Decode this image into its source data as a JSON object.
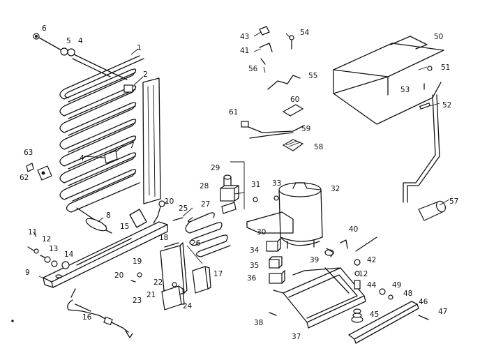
{
  "diagram": {
    "callouts": [
      {
        "id": "c1",
        "text": "1"
      },
      {
        "id": "c2",
        "text": "2"
      },
      {
        "id": "c4a",
        "text": "4"
      },
      {
        "id": "c4b",
        "text": "4"
      },
      {
        "id": "c5",
        "text": "5"
      },
      {
        "id": "c6",
        "text": "6"
      },
      {
        "id": "c7",
        "text": "7"
      },
      {
        "id": "c8",
        "text": "8"
      },
      {
        "id": "c9",
        "text": "9"
      },
      {
        "id": "c10",
        "text": "10"
      },
      {
        "id": "c11",
        "text": "11"
      },
      {
        "id": "c12a",
        "text": "12"
      },
      {
        "id": "c12b",
        "text": "12"
      },
      {
        "id": "c13",
        "text": "13"
      },
      {
        "id": "c14",
        "text": "14"
      },
      {
        "id": "c15",
        "text": "15"
      },
      {
        "id": "c16",
        "text": "16"
      },
      {
        "id": "c17",
        "text": "17"
      },
      {
        "id": "c18",
        "text": "18"
      },
      {
        "id": "c19",
        "text": "19"
      },
      {
        "id": "c20",
        "text": "20"
      },
      {
        "id": "c21",
        "text": "21"
      },
      {
        "id": "c22",
        "text": "22"
      },
      {
        "id": "c23",
        "text": "23"
      },
      {
        "id": "c24",
        "text": "24"
      },
      {
        "id": "c25",
        "text": "25"
      },
      {
        "id": "c26",
        "text": "26"
      },
      {
        "id": "c27",
        "text": "27"
      },
      {
        "id": "c28",
        "text": "28"
      },
      {
        "id": "c29",
        "text": "29"
      },
      {
        "id": "c30",
        "text": "30"
      },
      {
        "id": "c31",
        "text": "31"
      },
      {
        "id": "c32",
        "text": "32"
      },
      {
        "id": "c33",
        "text": "33"
      },
      {
        "id": "c34",
        "text": "34"
      },
      {
        "id": "c35",
        "text": "35"
      },
      {
        "id": "c36",
        "text": "36"
      },
      {
        "id": "c37",
        "text": "37"
      },
      {
        "id": "c38",
        "text": "38"
      },
      {
        "id": "c39",
        "text": "39"
      },
      {
        "id": "c40",
        "text": "40"
      },
      {
        "id": "c41",
        "text": "41"
      },
      {
        "id": "c42",
        "text": "42"
      },
      {
        "id": "c43",
        "text": "43"
      },
      {
        "id": "c44",
        "text": "44"
      },
      {
        "id": "c45",
        "text": "45"
      },
      {
        "id": "c46",
        "text": "46"
      },
      {
        "id": "c47",
        "text": "47"
      },
      {
        "id": "c48",
        "text": "48"
      },
      {
        "id": "c49",
        "text": "49"
      },
      {
        "id": "c50",
        "text": "50"
      },
      {
        "id": "c51",
        "text": "51"
      },
      {
        "id": "c52",
        "text": "52"
      },
      {
        "id": "c53",
        "text": "53"
      },
      {
        "id": "c54",
        "text": "54"
      },
      {
        "id": "c55",
        "text": "55"
      },
      {
        "id": "c56",
        "text": "56"
      },
      {
        "id": "c57",
        "text": "57"
      },
      {
        "id": "c58",
        "text": "58"
      },
      {
        "id": "c59",
        "text": "59"
      },
      {
        "id": "c60",
        "text": "60"
      },
      {
        "id": "c61",
        "text": "61"
      },
      {
        "id": "c62",
        "text": "62"
      },
      {
        "id": "c63",
        "text": "63"
      }
    ]
  }
}
